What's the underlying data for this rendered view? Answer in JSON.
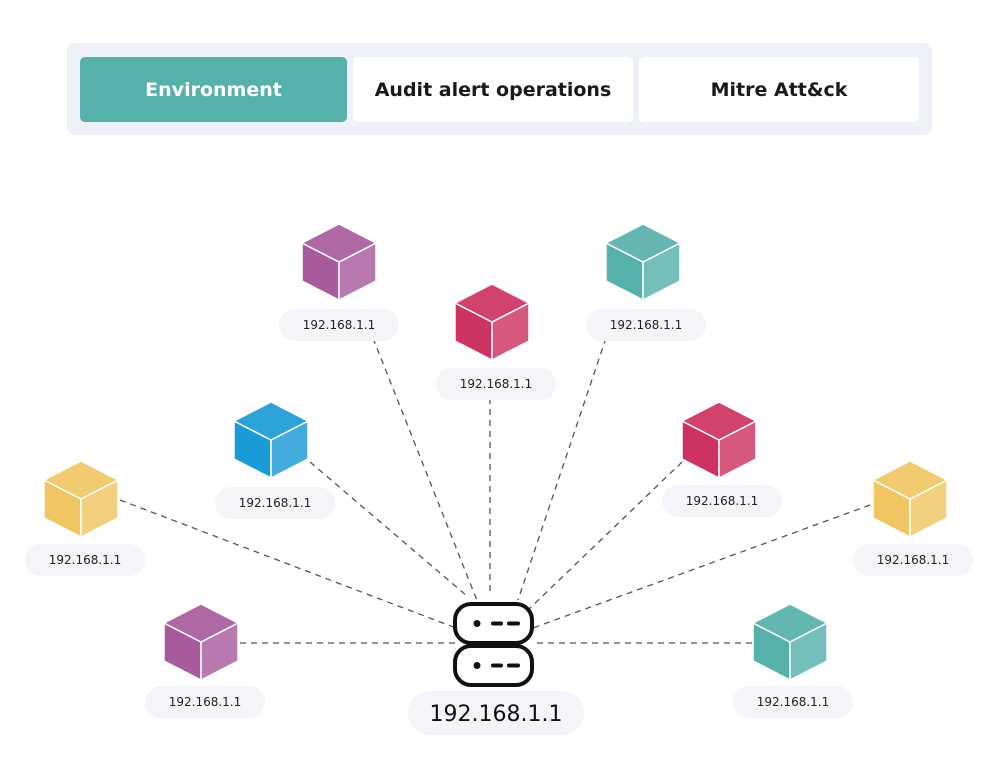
{
  "tabs": [
    {
      "label": "Environment",
      "active": true
    },
    {
      "label": "Audit alert operations",
      "active": false
    },
    {
      "label": "Mitre Att&ck",
      "active": false
    }
  ],
  "hub": {
    "label": "192.168.1.1",
    "icon": "server-icon"
  },
  "nodes": [
    {
      "label": "192.168.1.1",
      "color": "#a75b9c",
      "icon": "cube-icon"
    },
    {
      "label": "192.168.1.1",
      "color": "#cd3360",
      "icon": "cube-icon"
    },
    {
      "label": "192.168.1.1",
      "color": "#56b1aa",
      "icon": "cube-icon"
    },
    {
      "label": "192.168.1.1",
      "color": "#1a9ad6",
      "icon": "cube-icon"
    },
    {
      "label": "192.168.1.1",
      "color": "#cd3360",
      "icon": "cube-icon"
    },
    {
      "label": "192.168.1.1",
      "color": "#efc662",
      "icon": "cube-icon"
    },
    {
      "label": "192.168.1.1",
      "color": "#efc662",
      "icon": "cube-icon"
    },
    {
      "label": "192.168.1.1",
      "color": "#a75b9c",
      "icon": "cube-icon"
    },
    {
      "label": "192.168.1.1",
      "color": "#56b1aa",
      "icon": "cube-icon"
    }
  ],
  "colors": {
    "accent": "#56b1aa",
    "tabbar_bg": "#eef2f8"
  }
}
